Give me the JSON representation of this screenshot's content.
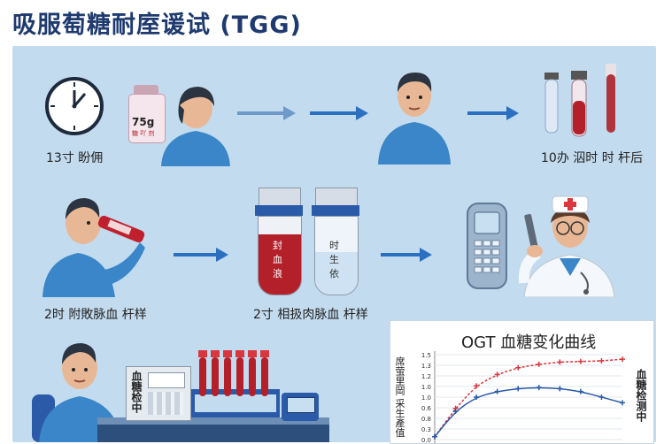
{
  "title": "吸服萄糖耐庢谖试 (TGG)",
  "step1": {
    "caption": "13寸 盼佣",
    "bottle_label": "75g",
    "bottle_sub": "糖 吖 剂"
  },
  "step2": {
    "caption": "10办 泅时 时 杆后"
  },
  "step3": {
    "caption": "2时 附敗脉血 杆样"
  },
  "step4": {
    "caption": "2寸 相扱肉脉血 杆样",
    "tube1": [
      "封",
      "血",
      "浪"
    ],
    "tube2": [
      "时",
      "生",
      "依"
    ]
  },
  "lab": {
    "machine_label": "血糖检中"
  },
  "chart": {
    "title": "OGT 血糖变化曲线",
    "y_left_label": "席萤里岡 采生產值",
    "y_right_label": "血糖检测中"
  },
  "chart_data": {
    "type": "line",
    "title": "OGT 血糖变化曲线",
    "ylim": [
      0,
      1.5
    ],
    "yticks": [
      "1.5",
      "1.3",
      "1.2",
      "1.0",
      "1.0",
      "0.6",
      "0.8",
      "0.3",
      "0.0"
    ],
    "series": [
      {
        "color": "#d9363e",
        "x": [
          0,
          1,
          2,
          3,
          4,
          5,
          6,
          7,
          8,
          9
        ],
        "values": [
          0.05,
          0.55,
          0.95,
          1.15,
          1.27,
          1.33,
          1.37,
          1.38,
          1.39,
          1.42
        ]
      },
      {
        "color": "#2a5aa8",
        "x": [
          0,
          1,
          2,
          3,
          4,
          5,
          6,
          7,
          8,
          9
        ],
        "values": [
          0.05,
          0.5,
          0.75,
          0.85,
          0.9,
          0.92,
          0.9,
          0.85,
          0.75,
          0.65
        ]
      }
    ]
  },
  "colors": {
    "accent": "#2a6fc0",
    "panel": "#c3dbee",
    "shirt": "#3a86c8",
    "blood": "#b3202a"
  }
}
